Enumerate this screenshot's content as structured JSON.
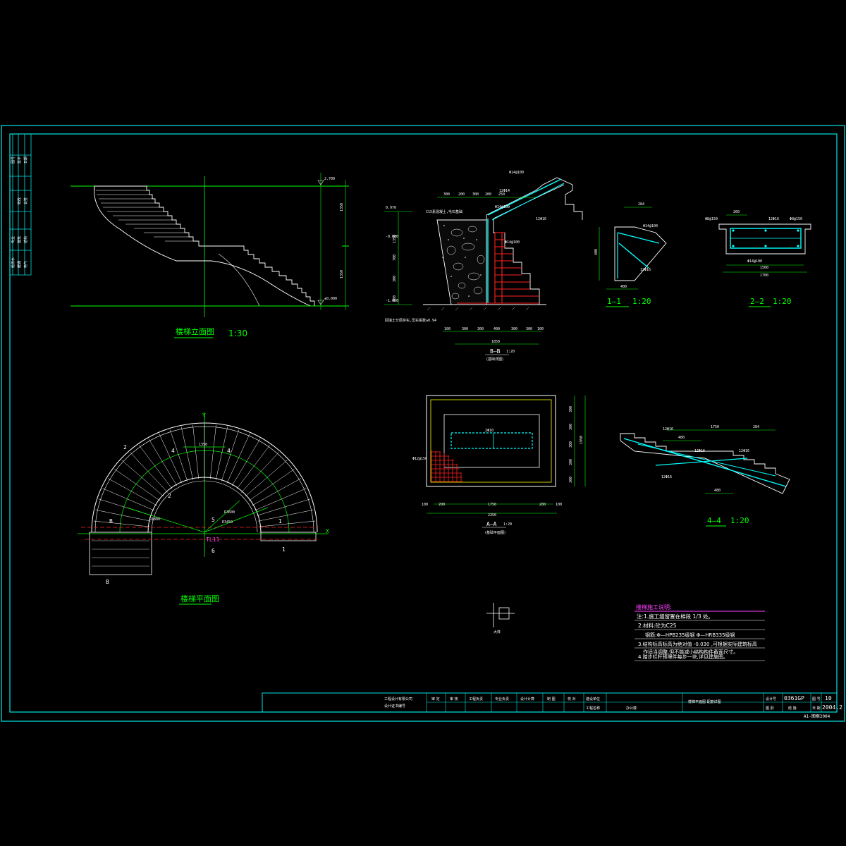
{
  "views": {
    "elevation": {
      "title": "楼梯立面图",
      "scale": "1:30",
      "dim_top": "1350",
      "dim_bottom": "1350",
      "level_top": "2.700",
      "level_bottom": "±0.000"
    },
    "section_bb": {
      "title": "B—B",
      "scale": "1:20",
      "sub": "(基础详图)",
      "total_width": "1850",
      "top_dims": [
        "300",
        "200",
        "300",
        "200",
        "250"
      ],
      "bottom_dims": [
        "100",
        "300",
        "300",
        "400",
        "300",
        "300",
        "100"
      ],
      "left_dims": [
        "1350",
        "700",
        "300",
        "400"
      ],
      "levels": [
        "0.970",
        "-0.600",
        "-1.000"
      ],
      "note_top": "C15素混凝土,毛石基础",
      "note_bottom": "回填土分层夯实,压实系数≥0.94",
      "rebars": [
        "Φ14@100",
        "12Φ14",
        "Φ14@100",
        "12Φ16",
        "Φ14@100"
      ]
    },
    "section_11": {
      "title": "1—1",
      "scale": "1:20",
      "dims": [
        "284",
        "400",
        "400"
      ],
      "rebars": [
        "Φ14@100",
        "12Φ16"
      ]
    },
    "section_22": {
      "title": "2—2",
      "scale": "1:20",
      "dims": [
        "260",
        "1500",
        "1700"
      ],
      "rebars": [
        "Φ8@150",
        "12Φ16",
        "Φ14@100",
        "Φ8@150"
      ]
    },
    "section_aa": {
      "title": "A—A",
      "scale": "1:20",
      "sub": "(基础平面图)",
      "width_dims": [
        "100",
        "200",
        "1750",
        "200",
        "100"
      ],
      "total": "2350",
      "height_dims": [
        "300",
        "300",
        "300",
        "300",
        "300"
      ],
      "total_h": "1950",
      "rebars": [
        "2Φ10",
        "Φ12@150"
      ]
    },
    "section_44": {
      "title": "4—4",
      "scale": "1:20",
      "dims": [
        "1750",
        "284",
        "480",
        "480"
      ],
      "rebars": [
        "12Φ16",
        "12Φ16",
        "12Φ16",
        "12Φ16"
      ]
    },
    "plan": {
      "title": "楼梯平面图",
      "axis_x": "X",
      "axis_y": "Y",
      "beam_label": "TL11",
      "cut_labels": [
        "B",
        "B",
        "1",
        "1",
        "2",
        "2",
        "4",
        "4",
        "5",
        "6"
      ],
      "dims": [
        "1350",
        "R1800",
        "R3600",
        "R3450"
      ]
    },
    "small_detail": {
      "label": "大样"
    }
  },
  "notes": {
    "title": "楼梯施工说明:",
    "items": [
      "注:1.施工缝留置在梯段 1/3 处。",
      "2.材料:砼为C25",
      "钢筋:Φ—HPB235级钢 Φ—HRB335级钢",
      "3.结构标高标高为绝对值 -0.030 ,可根据实际建筑标高",
      "作适当调整,但不能减小结构构件截面尺寸。",
      "4.踏步栏杆预埋件每步一块,详见建施图。"
    ]
  },
  "title_block": {
    "company": "工程设计有限公司",
    "cert": "设计证书编号",
    "roles": [
      "审 定",
      "审 核",
      "工程负责",
      "专业负责",
      "设计计算",
      "制 图",
      "校 对"
    ],
    "project_label": "建设单位",
    "project_value": "",
    "item_label": "工程名称",
    "item_value": "办公楼",
    "drawing_title": "楼梯平面图 配筋详图",
    "no_label": "设计号",
    "no_value": "0361GP",
    "sheet_label": "图 号",
    "sheet_value": "10",
    "stage_label": "图 别",
    "stage_value": "结 施",
    "date_label": "日 期",
    "date_value": "2004.2",
    "code": "A1-图框2004"
  },
  "left_strip": [
    "图号",
    "签字",
    "日期",
    "修改",
    "会签",
    "专业",
    "建筑",
    "结构",
    "给排水",
    "暖通",
    "电气"
  ],
  "colors": {
    "frame": "#00e5e5",
    "line": "#ffffff",
    "green": "#00ff00",
    "yellow": "#ffff00",
    "red": "#ff2020",
    "magenta": "#ff40ff"
  }
}
